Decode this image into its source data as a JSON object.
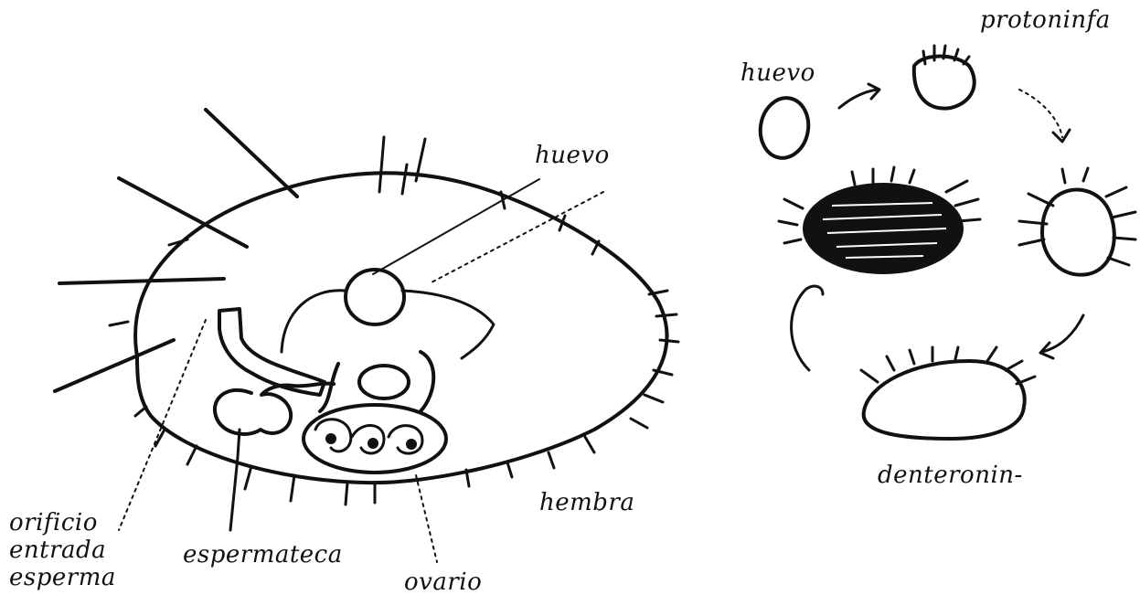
{
  "labels": {
    "huevo_female": "huevo",
    "hembra": "hembra",
    "orificio_line1": "orificio",
    "orificio_line2": "entrada",
    "orificio_line3": "esperma",
    "espermateca": "espermateca",
    "ovario": "ovario",
    "huevo_cycle": "huevo",
    "protoninfa": "protoninfa",
    "denteronin": "denteronin-"
  }
}
